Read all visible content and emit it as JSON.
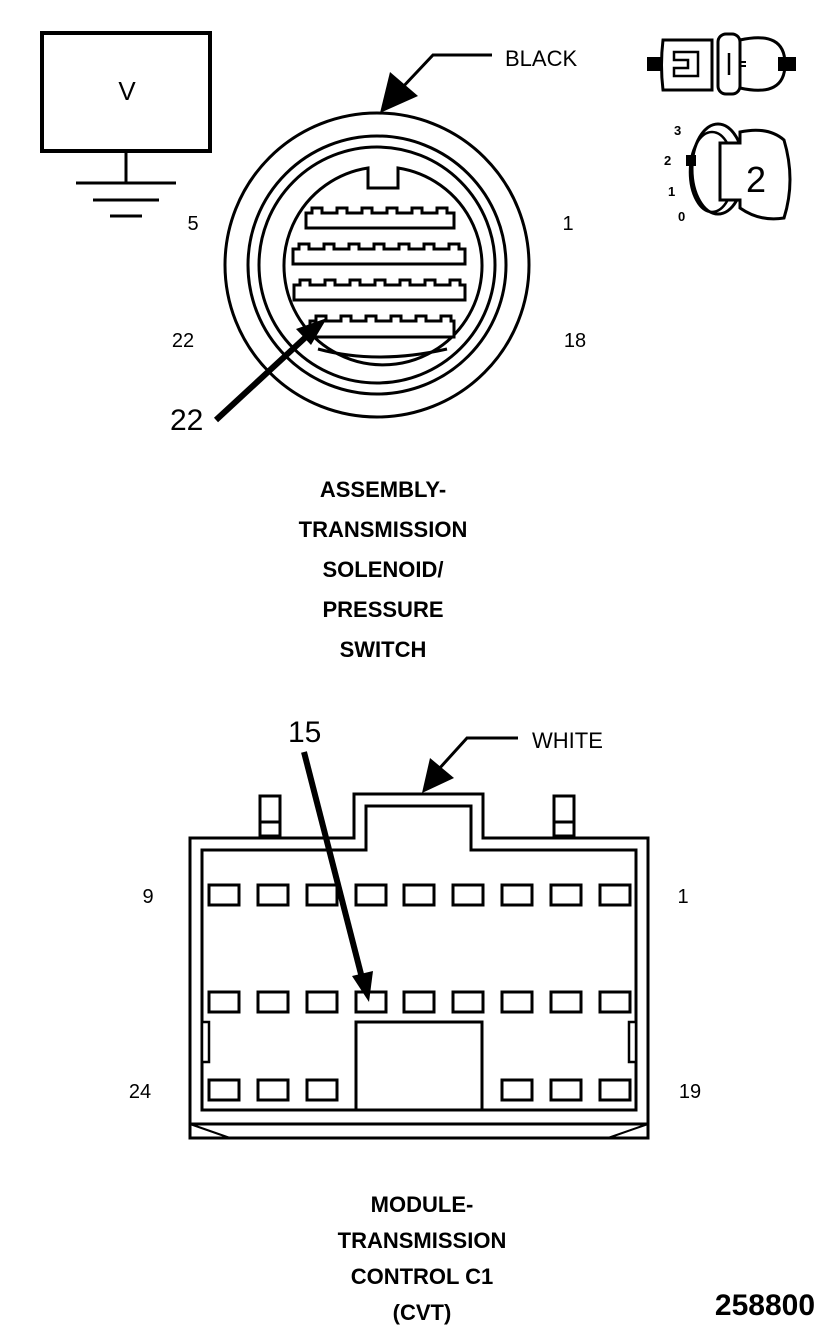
{
  "meter": {
    "label": "V"
  },
  "ignition_key": {
    "positions": [
      "3",
      "2",
      "1",
      "0"
    ],
    "key_number": "2"
  },
  "connector_1": {
    "wire_color": "BLACK",
    "pin_labels": {
      "top_left": "5",
      "top_right": "1",
      "bottom_left": "22",
      "bottom_right": "18"
    },
    "callout_pin": "22",
    "title_lines": [
      "ASSEMBLY-",
      "TRANSMISSION",
      "SOLENOID/",
      "PRESSURE",
      "SWITCH"
    ]
  },
  "connector_2": {
    "wire_color": "WHITE",
    "pin_labels": {
      "top_left": "9",
      "top_right": "1",
      "bottom_left": "24",
      "bottom_right": "19"
    },
    "callout_pin": "15",
    "title_lines": [
      "MODULE-",
      "TRANSMISSION",
      "CONTROL C1",
      "(CVT)"
    ]
  },
  "figure_id": "258800"
}
